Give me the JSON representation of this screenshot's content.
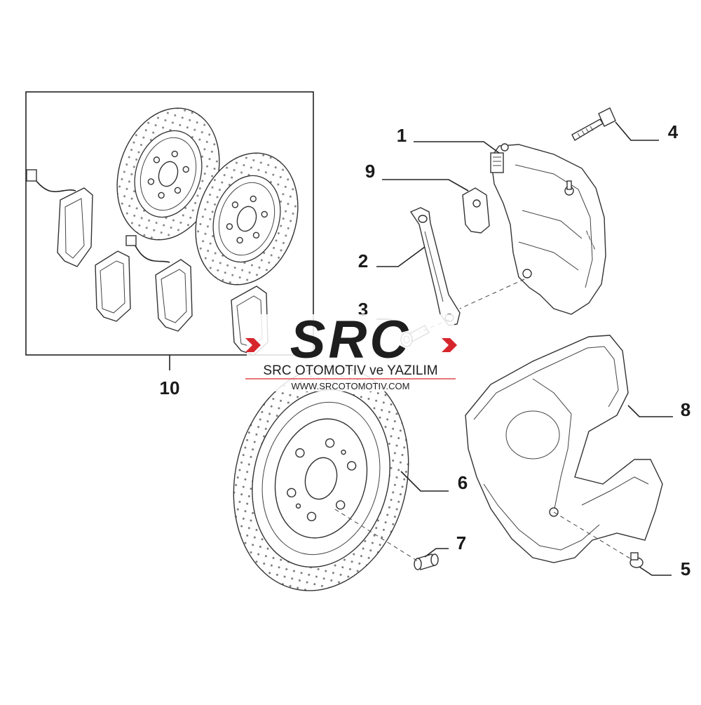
{
  "callouts": {
    "c1": "1",
    "c2": "2",
    "c3": "3",
    "c4": "4",
    "c5": "5",
    "c6": "6",
    "c7": "7",
    "c8": "8",
    "c9": "9",
    "c10": "10"
  },
  "watermark": {
    "logo": "SRC",
    "company": "SRC OTOMOTIV ve YAZILIM",
    "website": "WWW.SRCOTOMOTIV.COM",
    "colors": {
      "logo_dark": "#1e1e1e",
      "logo_red": "#d6262c"
    }
  }
}
